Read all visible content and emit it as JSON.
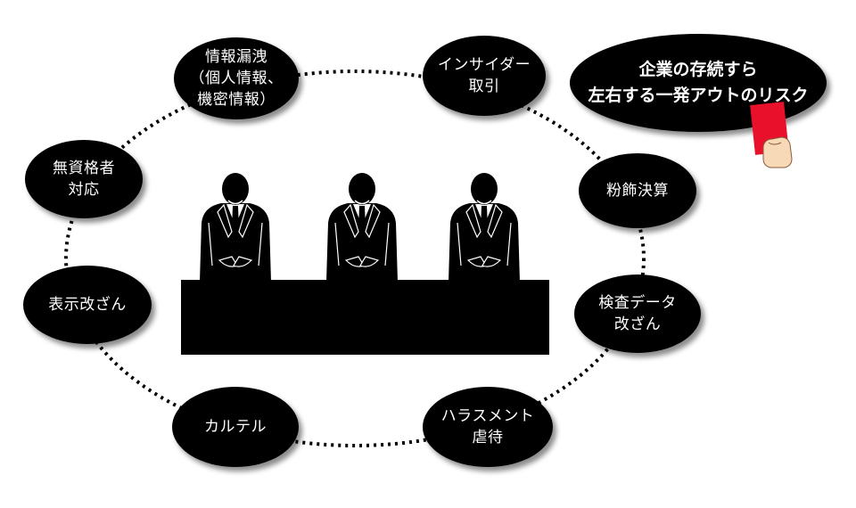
{
  "title_bubble": {
    "text": "企業の存続すら\n左右する一発アウトのリスク"
  },
  "risk_items": [
    {
      "id": "leak",
      "label": "情報漏洩\n（個人情報、\n機密情報）"
    },
    {
      "id": "insider",
      "label": "インサイダー\n取引"
    },
    {
      "id": "window-dressing",
      "label": "粉飾決算"
    },
    {
      "id": "inspection",
      "label": "検査データ\n改ざん"
    },
    {
      "id": "harassment",
      "label": "ハラスメント\n虐待"
    },
    {
      "id": "cartel",
      "label": "カルテル"
    },
    {
      "id": "mislabel",
      "label": "表示改ざん"
    },
    {
      "id": "unqualified",
      "label": "無資格者\n対応"
    }
  ],
  "colors": {
    "bubble": "#000000",
    "card": "#e8102a",
    "hand": "#f7d9b8",
    "text": "#ffffff"
  }
}
